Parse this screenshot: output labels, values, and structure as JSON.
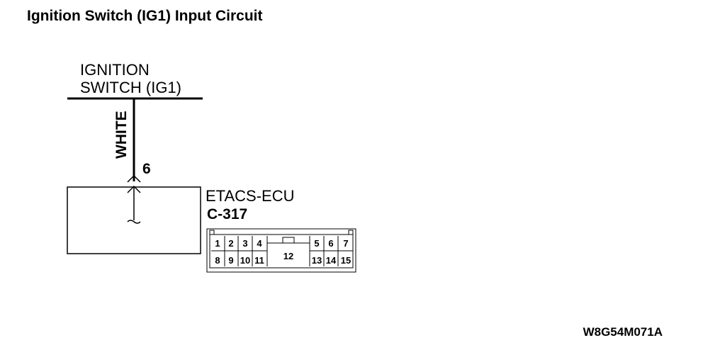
{
  "title": "Ignition Switch (IG1) Input Circuit",
  "source": {
    "name_line1": "IGNITION",
    "name_line2": "SWITCH (IG1)"
  },
  "wire": {
    "color_label": "WHITE",
    "pin_label": "6"
  },
  "ecu": {
    "name": "ETACS-ECU",
    "connector": "C-317"
  },
  "connector_pins": {
    "top_left": [
      "1",
      "2",
      "3",
      "4"
    ],
    "center": "12",
    "top_right": [
      "5",
      "6",
      "7"
    ],
    "bottom_left": [
      "8",
      "9",
      "10",
      "11"
    ],
    "bottom_right": [
      "13",
      "14",
      "15"
    ]
  },
  "figure_id": "W8G54M071A"
}
